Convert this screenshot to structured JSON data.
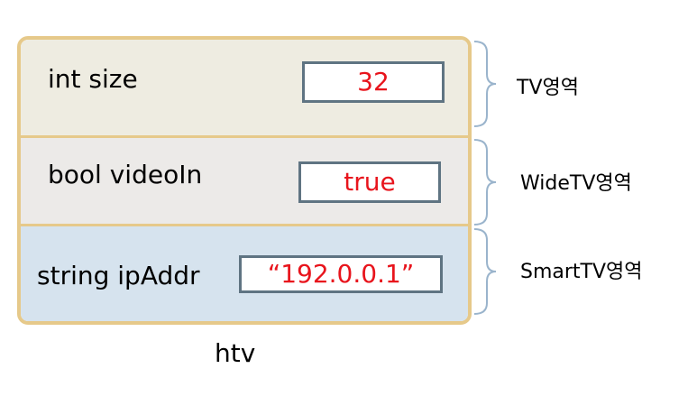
{
  "object": {
    "caption": "htv",
    "sections": [
      {
        "label": "int size",
        "value": "32",
        "region": "TV영역"
      },
      {
        "label": "bool videoIn",
        "value": "true",
        "region": "WideTV영역"
      },
      {
        "label": "string ipAddr",
        "value": "“192.0.0.1”",
        "region": "SmartTV영역"
      }
    ]
  },
  "colors": {
    "border": "#e6c98a",
    "tv_fill": "#eeece1",
    "widetv_fill": "#eceae8",
    "smarttv_fill": "#d6e3ee",
    "value_text": "#e8141c",
    "value_box_border": "#5f7482",
    "brace": "#9ab4cc"
  }
}
